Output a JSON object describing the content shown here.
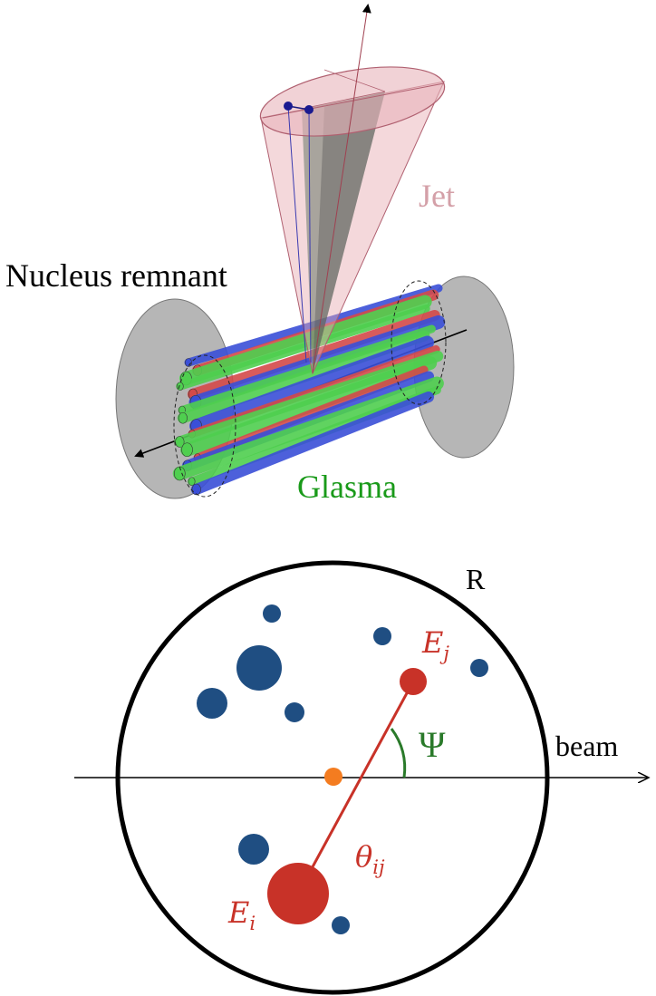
{
  "top": {
    "jet_label": "Jet",
    "nucleus_label": "Nucleus remnant",
    "glasma_label": "Glasma"
  },
  "bottom": {
    "radius_label": "R",
    "beam_label": "beam",
    "psi_label": "Ψ",
    "theta_label": "θ",
    "theta_sub": "ij",
    "Ej_label": "E",
    "Ej_sub": "j",
    "Ei_label": "E",
    "Ei_sub": "i"
  },
  "colors": {
    "jet": "#d4a0a8",
    "glasma": "#1a9a1a",
    "red": "#c83228",
    "blue": "#1f4e82",
    "orange": "#f47c20",
    "psi": "#2a7a2a",
    "tube_blue": "#3a4fd8",
    "tube_red": "#d44a4a",
    "tube_green": "#4fcf4f",
    "disk": "#b0b0b0"
  }
}
